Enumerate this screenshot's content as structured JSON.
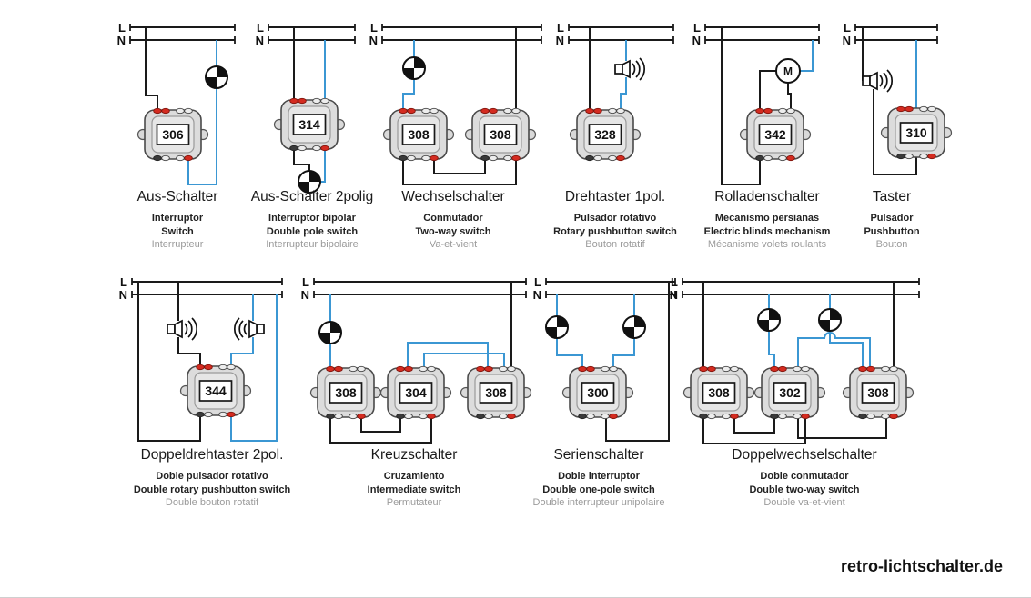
{
  "page": {
    "brand": "retro-lichtschalter.de",
    "background": "#ffffff"
  },
  "colors": {
    "wire_live": "#1a1a1a",
    "wire_switched": "#3b97d3",
    "terminal_marker": "#d42b20",
    "module_body": "#dcdcdc",
    "caption_muted": "#9b9b9b"
  },
  "labels": {
    "live": "L",
    "neutral": "N",
    "motor": "M"
  },
  "diagrams": [
    {
      "id": "aus-schalter",
      "title": "Aus-Schalter",
      "subtitle_es": "Interruptor",
      "subtitle_en": "Switch",
      "subtitle_fr": "Interrupteur",
      "modules": [
        "306"
      ],
      "loads": [
        "lamp"
      ]
    },
    {
      "id": "aus-schalter-2polig",
      "title": "Aus-Schalter 2polig",
      "subtitle_es": "Interruptor bipolar",
      "subtitle_en": "Double pole switch",
      "subtitle_fr": "Interrupteur bipolaire",
      "modules": [
        "314"
      ],
      "loads": [
        "lamp"
      ]
    },
    {
      "id": "wechselschalter",
      "title": "Wechselschalter",
      "subtitle_es": "Conmutador",
      "subtitle_en": "Two-way switch",
      "subtitle_fr": "Va-et-vient",
      "modules": [
        "308",
        "308"
      ],
      "loads": [
        "lamp"
      ]
    },
    {
      "id": "drehtaster-1pol",
      "title": "Drehtaster 1pol.",
      "subtitle_es": "Pulsador rotativo",
      "subtitle_en": "Rotary pushbutton switch",
      "subtitle_fr": "Bouton rotatif",
      "modules": [
        "328"
      ],
      "loads": [
        "buzzer"
      ]
    },
    {
      "id": "rolladenschalter",
      "title": "Rolladenschalter",
      "subtitle_es": "Mecanismo persianas",
      "subtitle_en": "Electric blinds mechanism",
      "subtitle_fr": "Mécanisme volets roulants",
      "modules": [
        "342"
      ],
      "loads": [
        "motor"
      ]
    },
    {
      "id": "taster",
      "title": "Taster",
      "subtitle_es": "Pulsador",
      "subtitle_en": "Pushbutton",
      "subtitle_fr": "Bouton",
      "modules": [
        "310"
      ],
      "loads": [
        "buzzer"
      ]
    },
    {
      "id": "doppeldrehtaster-2pol",
      "title": "Doppeldrehtaster 2pol.",
      "subtitle_es": "Doble pulsador rotativo",
      "subtitle_en": "Double rotary pushbutton switch",
      "subtitle_fr": "Double bouton rotatif",
      "modules": [
        "344"
      ],
      "loads": [
        "buzzer",
        "buzzer"
      ]
    },
    {
      "id": "kreuzschalter",
      "title": "Kreuzschalter",
      "subtitle_es": "Cruzamiento",
      "subtitle_en": "Intermediate switch",
      "subtitle_fr": "Permutateur",
      "modules": [
        "308",
        "304",
        "308"
      ],
      "loads": [
        "lamp"
      ]
    },
    {
      "id": "serienschalter",
      "title": "Serienschalter",
      "subtitle_es": "Doble interruptor",
      "subtitle_en": "Double one-pole switch",
      "subtitle_fr": "Double interrupteur unipolaire",
      "modules": [
        "300"
      ],
      "loads": [
        "lamp",
        "lamp"
      ]
    },
    {
      "id": "doppelwechselschalter",
      "title": "Doppelwechselschalter",
      "subtitle_es": "Doble conmutador",
      "subtitle_en": "Double two-way switch",
      "subtitle_fr": "Double va-et-vient",
      "modules": [
        "308",
        "302",
        "308"
      ],
      "loads": [
        "lamp",
        "lamp"
      ]
    }
  ]
}
